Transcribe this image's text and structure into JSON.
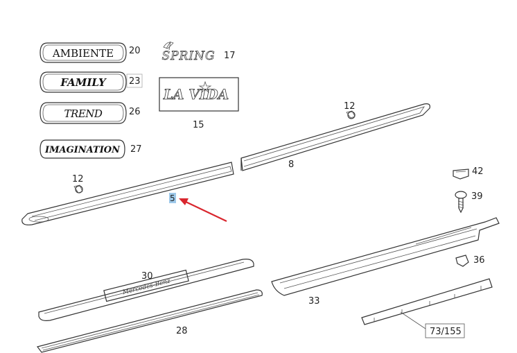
{
  "callouts": {
    "p20": "20",
    "p23": "23",
    "p26": "26",
    "p27": "27",
    "p17": "17",
    "p15": "15",
    "p12a": "12",
    "p12b": "12",
    "p8": "8",
    "p5": "5",
    "p42": "42",
    "p39": "39",
    "p36": "36",
    "p30": "30",
    "p33": "33",
    "p28": "28",
    "p73": "73/155"
  },
  "badges": {
    "ambiente": "AMBIENTE",
    "family": "FAMILY",
    "trend": "TREND",
    "imagination": "IMAGINATION",
    "spring": "SPRING",
    "lavida": "LA VIDA",
    "sill_brand": "Mercedes-Benz"
  },
  "colors": {
    "highlight": "#9ec9ea",
    "arrow": "#d9262e",
    "line": "#333333"
  }
}
